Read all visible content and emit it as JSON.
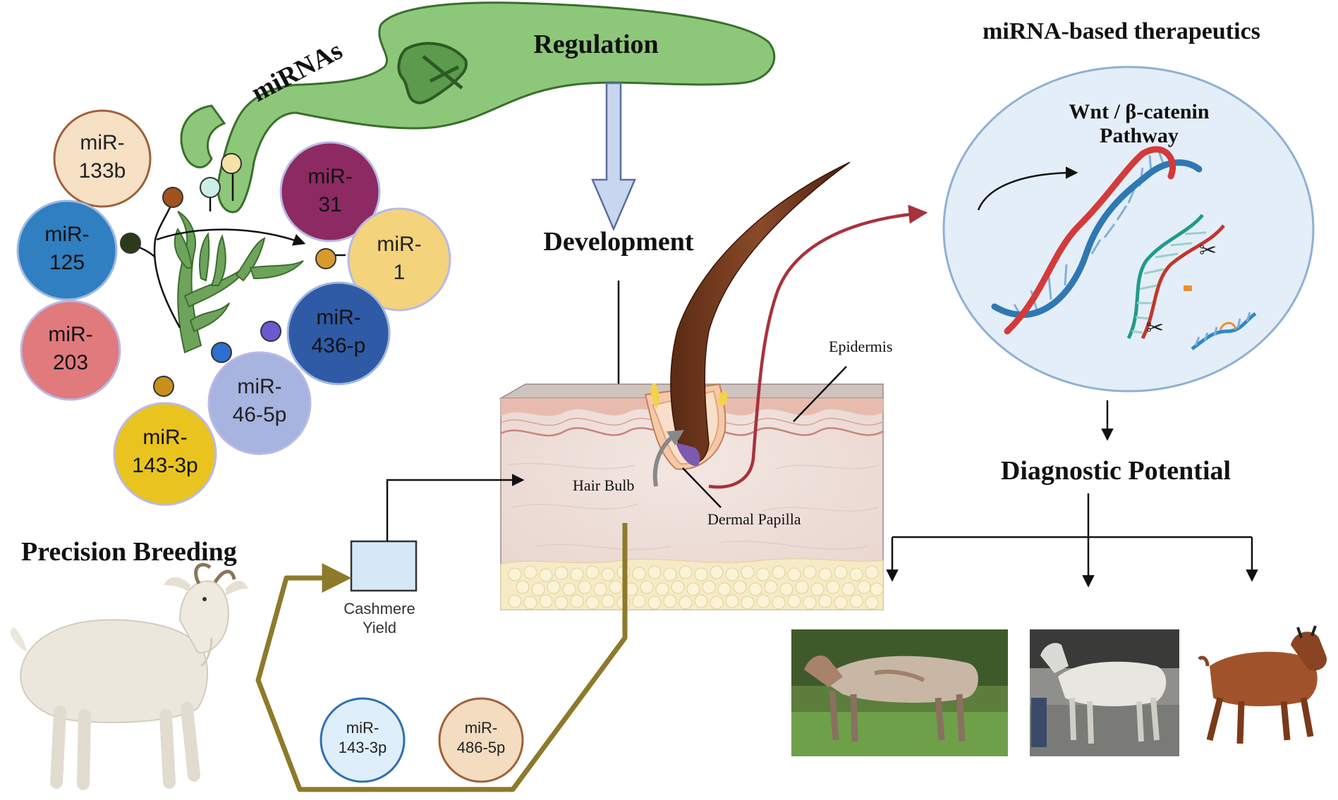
{
  "labels": {
    "regulation": "Regulation",
    "mirnas": "miRNAs",
    "development": "Development",
    "therapeutics": "miRNA-based therapeutics",
    "pathway_line1": "Wnt / β-catenin",
    "pathway_line2": "Pathway",
    "diagnostic": "Diagnostic Potential",
    "precision_breeding": "Precision Breeding",
    "epidermis": "Epidermis",
    "hair_bulb": "Hair Bulb",
    "dermal_papilla": "Dermal Papilla",
    "cashmere_line1": "Cashmere",
    "cashmere_line2": "Yield"
  },
  "mirna_bubbles": [
    {
      "line1": "miR-",
      "line2": "133b",
      "fill": "#f6e1c5",
      "stroke": "#a0603a",
      "text": "#222222"
    },
    {
      "line1": "miR-",
      "line2": "125",
      "fill": "#2f7fc1",
      "stroke": "#9fb8e0",
      "text": "#111111"
    },
    {
      "line1": "miR-",
      "line2": "203",
      "fill": "#e07a7d",
      "stroke": "#b9b9e6",
      "text": "#111111"
    },
    {
      "line1": "miR-",
      "line2": "31",
      "fill": "#8e2a63",
      "stroke": "#b9b9e6",
      "text": "#111111"
    },
    {
      "line1": "miR-",
      "line2": "1",
      "fill": "#f3d37c",
      "stroke": "#b9b9e6",
      "text": "#222222"
    },
    {
      "line1": "miR-",
      "line2": "436-p",
      "fill": "#2f5aa6",
      "stroke": "#9fb8e0",
      "text": "#111111"
    },
    {
      "line1": "miR-",
      "line2": "46-5p",
      "fill": "#a6b4df",
      "stroke": "#b9b9e6",
      "text": "#222222"
    },
    {
      "line1": "miR-",
      "line2": "143-3p",
      "fill": "#e9c41e",
      "stroke": "#b9b9e6",
      "text": "#111111"
    }
  ],
  "breeding_mirnas": [
    {
      "line1": "miR-",
      "line2": "143-3p",
      "fill": "#deeefb",
      "stroke": "#2f6fb0"
    },
    {
      "line1": "miR-",
      "line2": "486-5p",
      "fill": "#f3dcc0",
      "stroke": "#a0603a"
    }
  ],
  "colors": {
    "green": "#8dc77a",
    "green_dark": "#3b6e2d",
    "arrow_blue": "#c9d6ef",
    "red_arrow": "#a8323c",
    "olive_path": "#8d7a2a",
    "circle_bg": "#e4eef8"
  }
}
